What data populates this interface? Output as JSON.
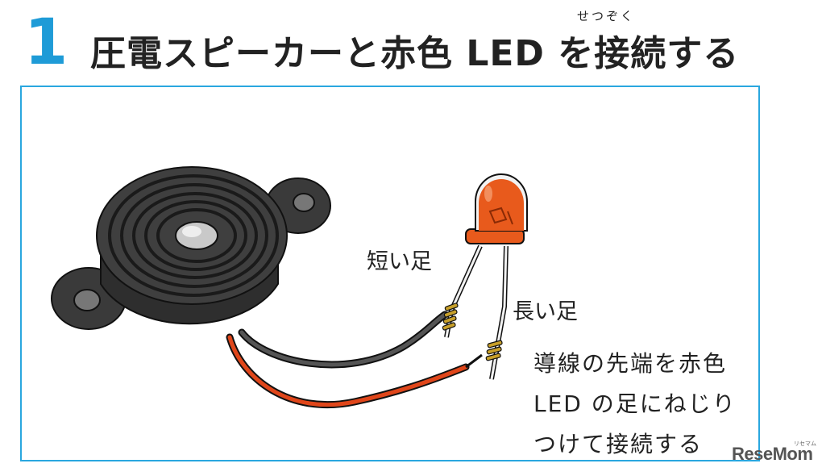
{
  "header": {
    "step_number": "1",
    "title": "圧電スピーカーと赤色 LED を接続する",
    "ruby": "せつぞく"
  },
  "labels": {
    "short_leg": "短い足",
    "long_leg": "長い足"
  },
  "instruction": {
    "lines": [
      "導線の先端を赤色",
      "LED の足にねじり",
      "つけて接続する"
    ]
  },
  "logo": {
    "text": "ReseMom",
    "sub": "リセマム"
  },
  "colors": {
    "frame_border": "#2aa7df",
    "step_number": "#1e9bd7",
    "led": "#e85a1c",
    "red_wire": "#e0461a",
    "black_wire": "#333333",
    "twist": "#c8a02a"
  }
}
